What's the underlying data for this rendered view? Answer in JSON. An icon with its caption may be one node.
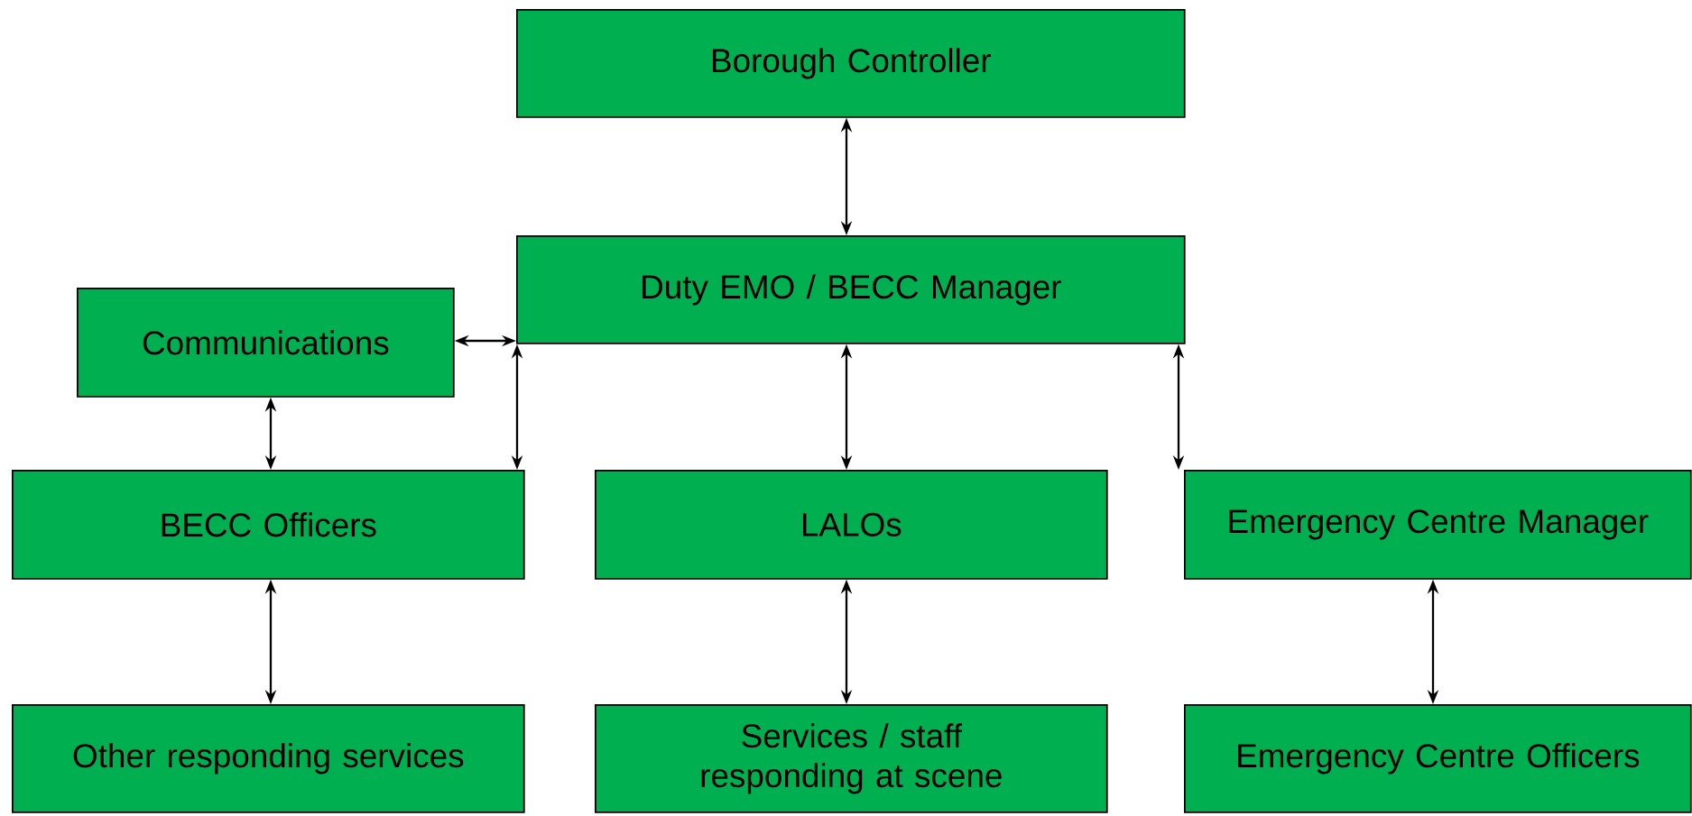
{
  "diagram": {
    "nodes": [
      {
        "text": [
          "Borough  Controller"
        ]
      },
      {
        "text": [
          "Duty EMO / BECC Manager"
        ]
      },
      {
        "text": [
          "Communications"
        ]
      },
      {
        "text": [
          "BECC Officers"
        ]
      },
      {
        "text": [
          "LALOs"
        ]
      },
      {
        "text": [
          "Emergency Centre Manager"
        ]
      },
      {
        "text": [
          "Other responding services"
        ]
      },
      {
        "text": [
          "Services / staff responding at scene"
        ]
      },
      {
        "text": [
          "Emergency Centre Officers"
        ]
      }
    ],
    "edges": [
      {
        "from": 0,
        "to": 1,
        "arrow": "both"
      },
      {
        "from": 2,
        "to": 1,
        "arrow": "both"
      },
      {
        "from": 1,
        "to": 3,
        "arrow": "both"
      },
      {
        "from": 1,
        "to": 4,
        "arrow": "both"
      },
      {
        "from": 1,
        "to": 5,
        "arrow": "both"
      },
      {
        "from": 2,
        "to": 3,
        "arrow": "both"
      },
      {
        "from": 3,
        "to": 6,
        "arrow": "both"
      },
      {
        "from": 4,
        "to": 7,
        "arrow": "both"
      },
      {
        "from": 5,
        "to": 8,
        "arrow": "both"
      }
    ]
  }
}
